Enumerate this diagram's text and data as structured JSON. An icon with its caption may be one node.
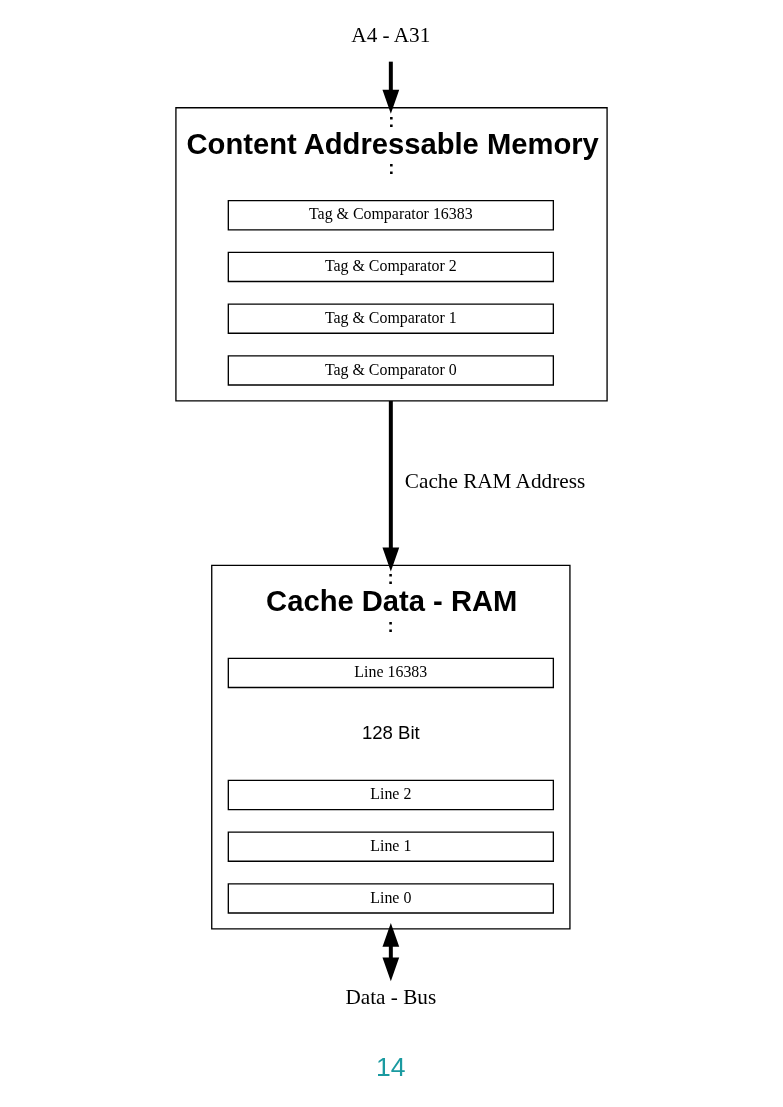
{
  "diagram": {
    "nodes": [
      {
        "text": [
          "A4 - A31"
        ]
      },
      {
        "text": [
          ":",
          "Content Addressable Memory",
          ":"
        ]
      },
      {
        "text": [
          "Tag & Comparator 16383"
        ],
        "in": 1
      },
      {
        "text": [
          "Tag & Comparator 2"
        ],
        "in": 1
      },
      {
        "text": [
          "Tag & Comparator 1"
        ],
        "in": 1
      },
      {
        "text": [
          "Tag & Comparator 0"
        ],
        "in": 1
      },
      {
        "text": [
          ":",
          "Cache Data - RAM",
          ":"
        ]
      },
      {
        "text": [
          "Line 16383"
        ],
        "in": 6
      },
      {
        "text": [
          "Line 2"
        ],
        "in": 6
      },
      {
        "text": [
          "Line 1"
        ],
        "in": 6
      },
      {
        "text": [
          "Line 0"
        ],
        "in": 6
      },
      {
        "text": [
          "Data - Bus"
        ]
      }
    ],
    "edges": [
      {
        "from": 0,
        "to": 1,
        "arrow": "to"
      },
      {
        "from": 1,
        "to": 6,
        "arrow": "to",
        "label": "Cache RAM Address"
      },
      {
        "from": 6,
        "to": 11,
        "arrow": "both"
      }
    ],
    "labels": [
      "128 Bit",
      "14"
    ]
  }
}
